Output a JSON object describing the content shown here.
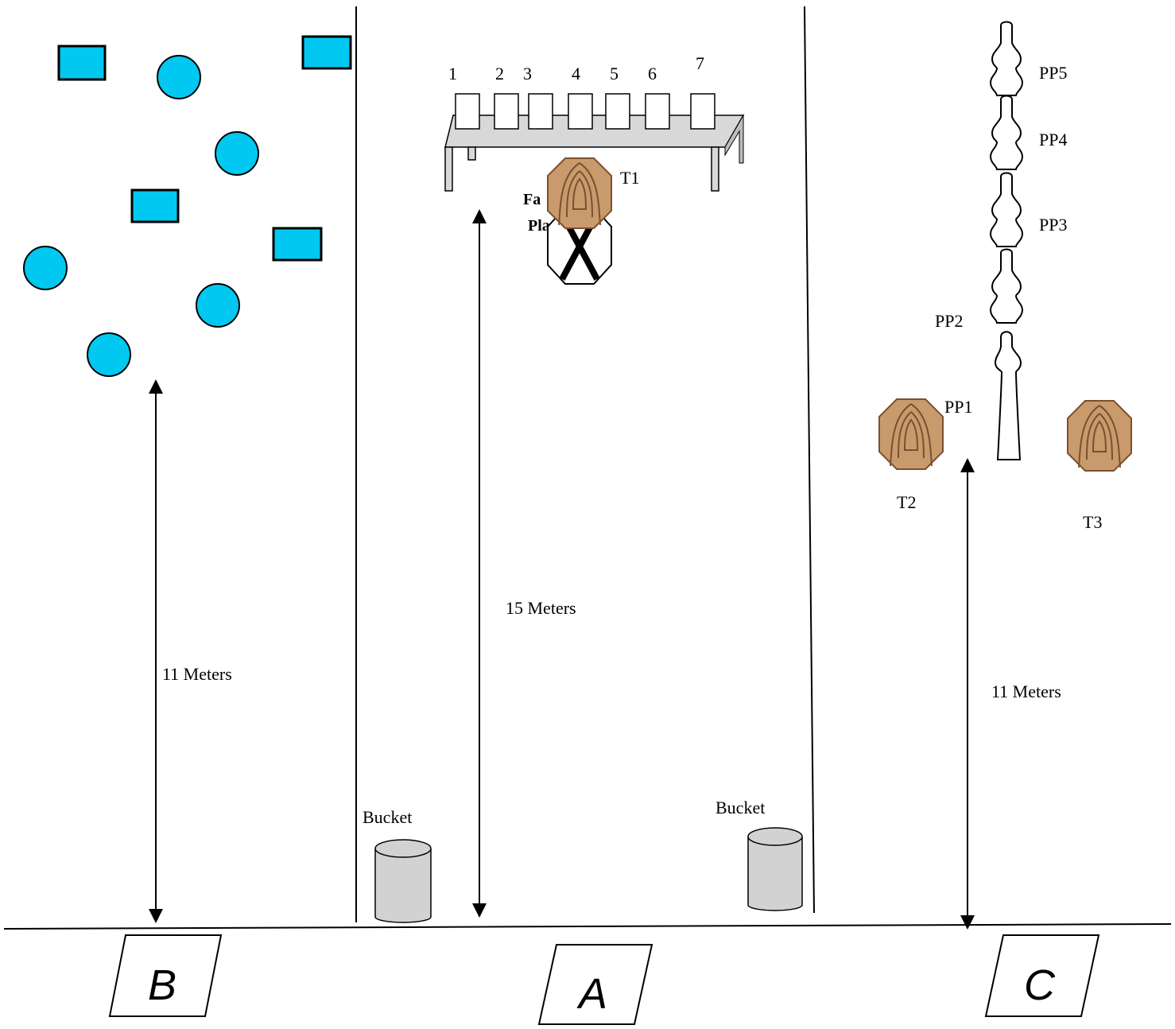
{
  "colors": {
    "steel": "#00c8f0",
    "cardboard": "#c99a6c",
    "table": "#d8d8d8",
    "bucket": "#d2d2d2"
  },
  "bays": {
    "b": "B",
    "a": "A",
    "c": "C"
  },
  "bay_b": {
    "distance_label": "11 Meters",
    "steel_targets": [
      {
        "shape": "rectangle"
      },
      {
        "shape": "circle"
      },
      {
        "shape": "rectangle"
      },
      {
        "shape": "circle"
      },
      {
        "shape": "rectangle"
      },
      {
        "shape": "rectangle"
      },
      {
        "shape": "circle"
      },
      {
        "shape": "circle"
      },
      {
        "shape": "circle"
      }
    ]
  },
  "bay_a": {
    "table_targets": [
      "1",
      "2",
      "3",
      "4",
      "5",
      "6",
      "7"
    ],
    "target": "T1",
    "overlay_partial": [
      "Fa",
      "Pla"
    ],
    "distance_label": "15 Meters",
    "bucket_left": "Bucket",
    "bucket_right": "Bucket"
  },
  "bay_c": {
    "poppers": [
      "PP5",
      "PP4",
      "PP3",
      "PP2",
      "PP1"
    ],
    "targets": [
      "T2",
      "T3"
    ],
    "distance_label": "11 Meters"
  }
}
